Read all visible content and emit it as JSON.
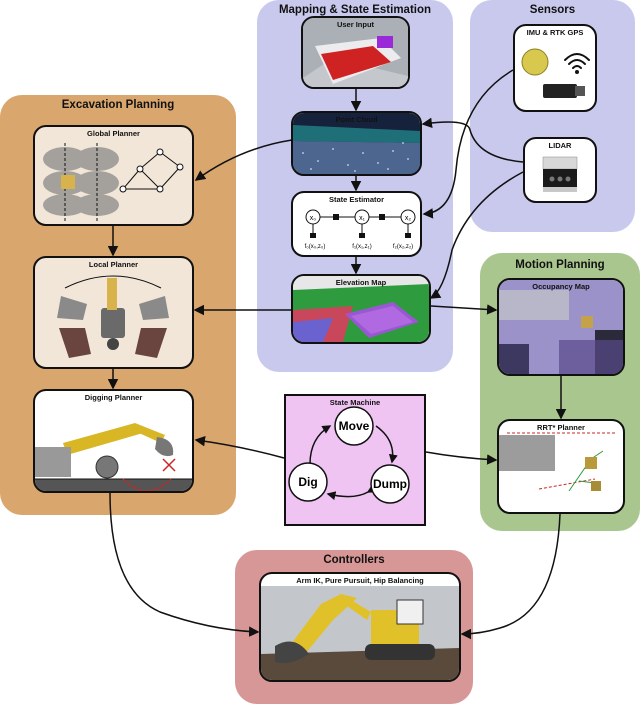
{
  "groups": {
    "mapping": "Mapping & State Estimation",
    "sensors": "Sensors",
    "excavation": "Excavation Planning",
    "motion": "Motion Planning",
    "controllers": "Controllers"
  },
  "cards": {
    "user_input": "User Input",
    "point_cloud": "Point Cloud",
    "state_estimator": "State Estimator",
    "elevation_map": "Elevation Map",
    "imu_gps": "IMU & RTK GPS",
    "lidar": "LIDAR",
    "global_planner": "Global Planner",
    "local_planner": "Local Planner",
    "digging_planner": "Digging Planner",
    "occupancy_map": "Occupancy Map",
    "rrt_planner": "RRT* Planner",
    "state_machine": "State Machine",
    "controllers_sub": "Arm IK, Pure Pursuit, Hip Balancing"
  },
  "state_machine": {
    "move": "Move",
    "dig": "Dig",
    "dump": "Dump"
  },
  "estimator": {
    "x0": "x₀",
    "x1": "x₁",
    "x2": "x₂",
    "f0": "f₀(x₀,z₀)",
    "f1": "f₁(x₁,z₁)",
    "f2": "f₂(x₂,z₂)"
  },
  "colors": {
    "mapping_bg": "#c9c9ee",
    "sensors_bg": "#c9c9ee",
    "excavation_bg": "#d9a66e",
    "motion_bg": "#a9c68f",
    "controllers_bg": "#d89797",
    "state_machine_bg": "#efc4f2",
    "card_fill": "#f2e6d8"
  }
}
